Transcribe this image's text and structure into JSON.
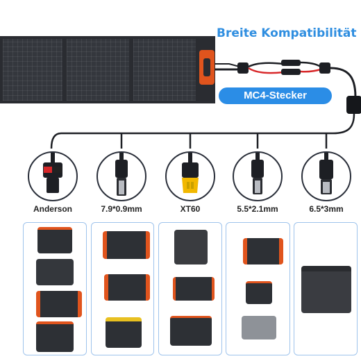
{
  "header": {
    "title": "Breite Kompatibilität"
  },
  "cable": {
    "mc4_label": "MC4-Stecker"
  },
  "connectors": [
    {
      "label": "Anderson",
      "icon": "anderson-connector-icon"
    },
    {
      "label": "7.9*0.9mm",
      "icon": "dc-barrel-connector-icon"
    },
    {
      "label": "XT60",
      "icon": "xt60-connector-icon"
    },
    {
      "label": "5.5*2.1mm",
      "icon": "dc-barrel-connector-icon"
    },
    {
      "label": "6.5*3mm",
      "icon": "dc-barrel-connector-icon"
    }
  ],
  "colors": {
    "accent": "#2b8de6",
    "panel": "#2a2c31",
    "orange": "#e0541d",
    "border": "#9ec3ec"
  }
}
